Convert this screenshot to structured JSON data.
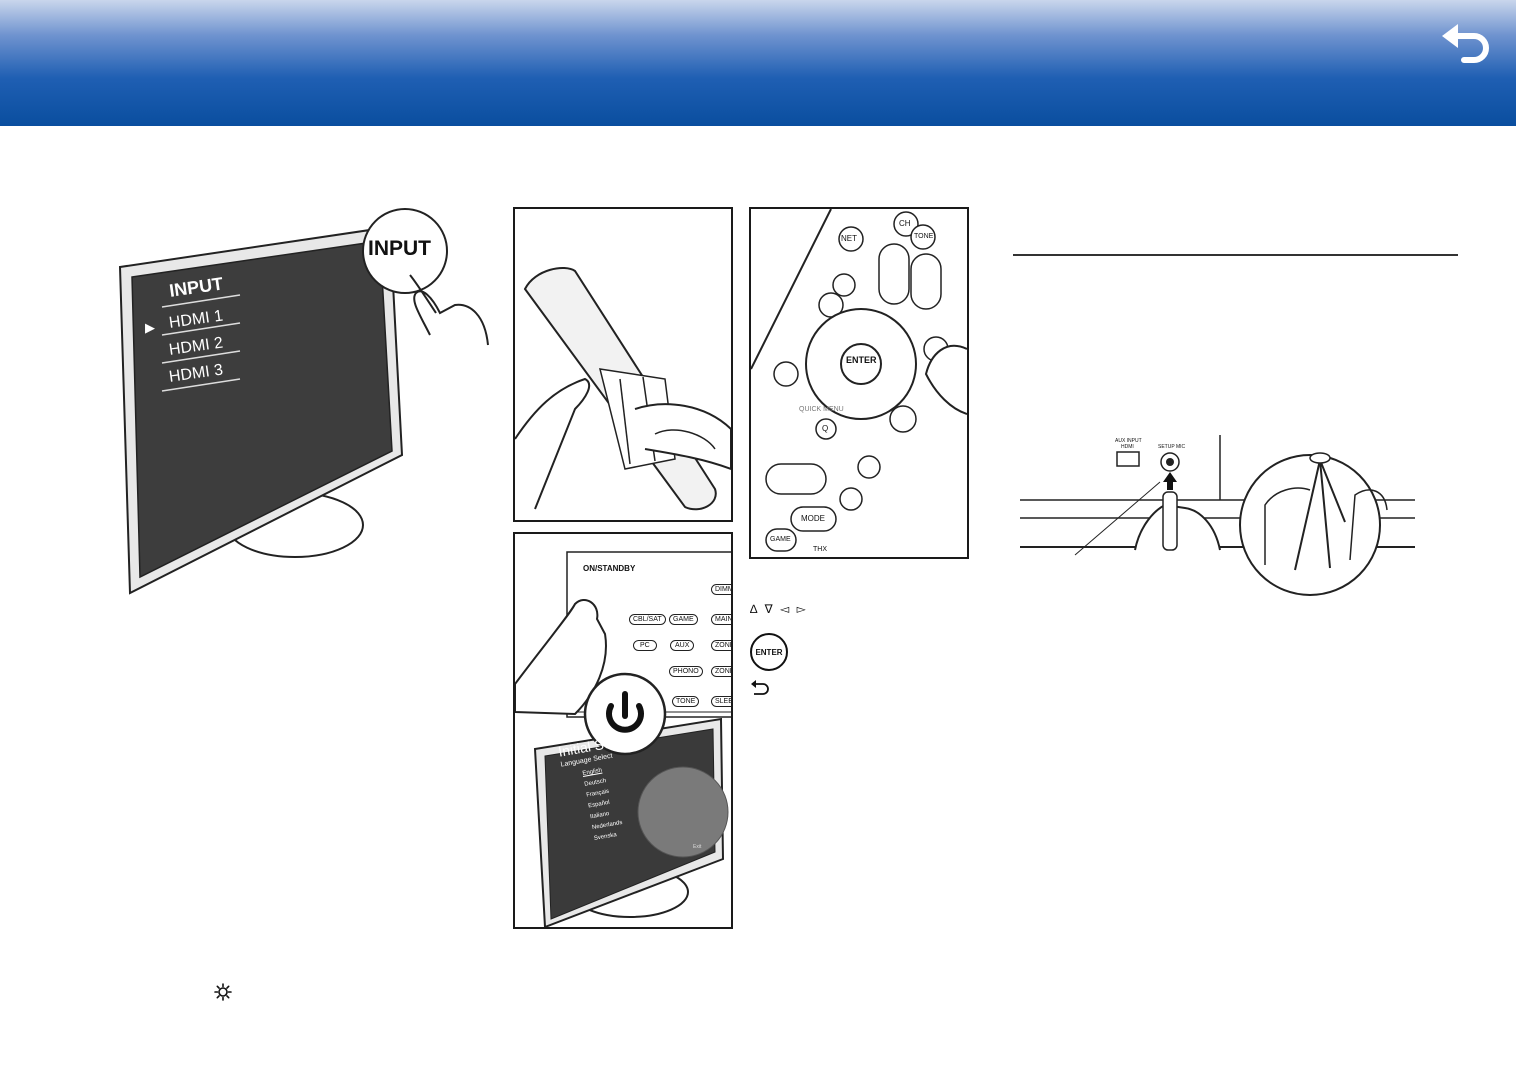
{
  "header": {
    "back_icon": "return-arrow-icon",
    "background": "#0a4e9f"
  },
  "tv_input": {
    "bubble_label": "INPUT",
    "menu_title": "INPUT",
    "items": [
      "HDMI 1",
      "HDMI 2",
      "HDMI 3"
    ],
    "selected_index": 0,
    "cursor_glyph": "▶"
  },
  "remote_closeup": {
    "buttons": [
      "CH",
      "NET",
      "TONE",
      "ENTER",
      "QUICK MENU",
      "Q",
      "MODE",
      "GAME",
      "THX"
    ]
  },
  "receiver_panel": {
    "on_standby_label": "ON/STANDBY",
    "buttons": [
      "DIMMER",
      "CBL/SAT",
      "GAME",
      "MAIN",
      "PC",
      "AUX",
      "ZONE",
      "PHONO",
      "ZONE",
      "TONE",
      "SLEEP"
    ]
  },
  "initial_setup": {
    "title": "Initial Setup",
    "subtitle": "Language Select",
    "languages": [
      "English",
      "Deutsch",
      "Français",
      "Español",
      "Italiano",
      "Nederlands",
      "Svenska"
    ],
    "exit_label": "Exit"
  },
  "legend": {
    "arrows": "∆  ∇  ◅  ▻",
    "enter_label": "ENTER",
    "return_icon": "return-icon"
  },
  "mic_diagram": {
    "aux_label_1": "AUX INPUT",
    "aux_label_2": "HDMI",
    "setup_mic_label": "SETUP MIC"
  },
  "footer": {
    "icon": "setup-gear-icon"
  }
}
